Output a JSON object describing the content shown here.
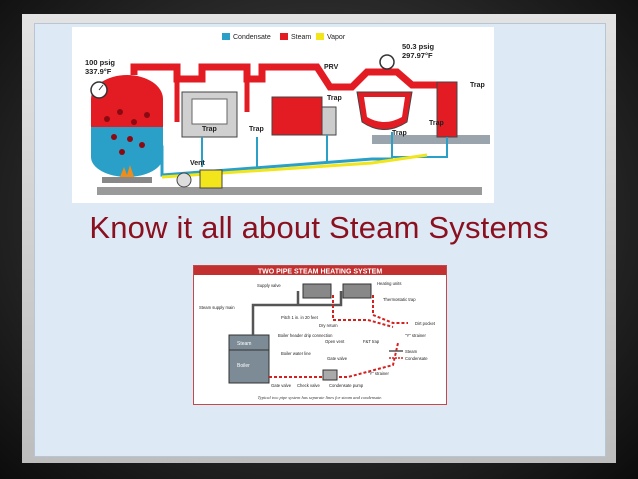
{
  "slide": {
    "title": "Know it all about Steam Systems"
  },
  "diagram1": {
    "legend": [
      "Condensate",
      "Steam",
      "Vapor"
    ],
    "legend_colors": {
      "condensate": "#2aa0c8",
      "steam": "#e31b23",
      "vapor": "#f2e51c"
    },
    "left_gauge": {
      "pressure": "100 psig",
      "temp": "337.9°F"
    },
    "right_gauge": {
      "pressure": "50.3 psig",
      "temp": "297.97°F"
    },
    "labels": {
      "prv": "PRV",
      "vent": "Vent",
      "trap": "Trap"
    }
  },
  "diagram2": {
    "title": "TWO PIPE STEAM HEATING SYSTEM",
    "caption": "Typical two pipe system has separate lines for steam and condensate.",
    "labels": {
      "supply_valve": "Supply valve",
      "heating_units": "Heating units",
      "thermostatic_trap": "Thermostatic trap",
      "steam_supply_main": "Steam supply main",
      "pitch": "Pitch 1 in. in 20 feet",
      "dry_return": "Dry return",
      "dirt_pocket": "Dirt pocket",
      "boiler_header": "Boiler header drip connection",
      "open_vent": "Open vent",
      "ft_trap": "F&T trap",
      "y_strainer_1": "\"Y\" strainer",
      "steam_box": "Steam",
      "boiler_box": "Boiler",
      "boiler_water_line": "Boiler water line",
      "gate_valve": "Gate valve",
      "y_strainer_2": "\"Y\" strainer",
      "gate_valve_2": "Gate valve",
      "check_valve": "Check valve",
      "condensate_pump": "Condensate pump",
      "legend_steam": "Steam",
      "legend_condensate": "Condensate"
    }
  }
}
